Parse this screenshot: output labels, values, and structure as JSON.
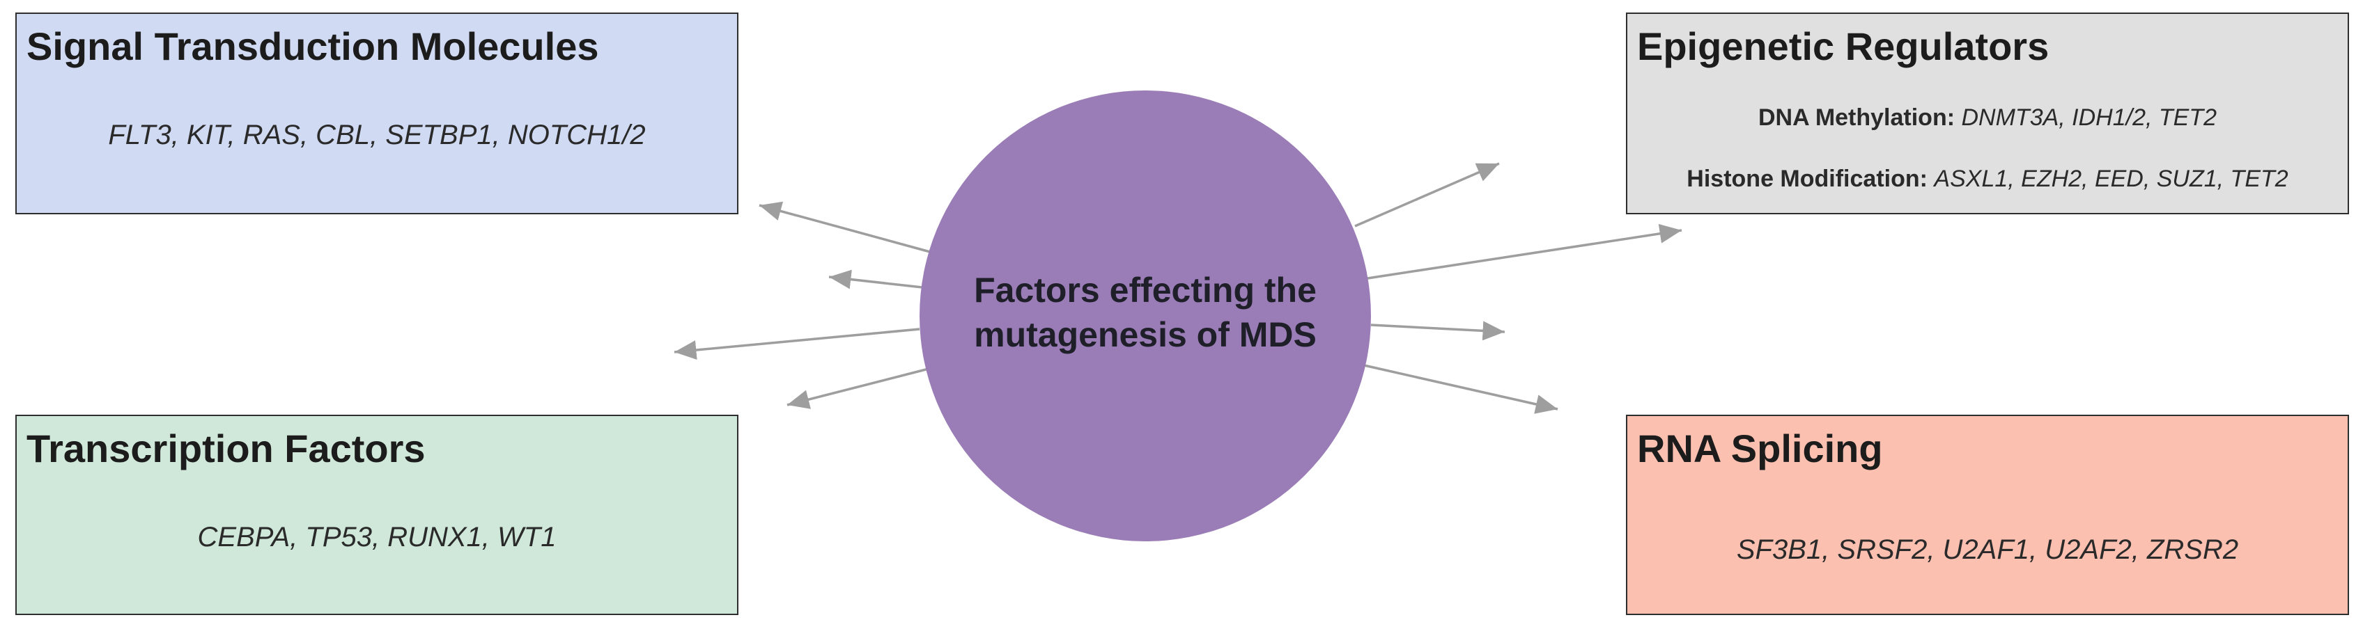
{
  "center": {
    "label": "Factors effecting the\nmutagenesis of MDS",
    "color": "#9a7db6"
  },
  "boxes": {
    "signal": {
      "title": "Signal Transduction Molecules",
      "genes": "FLT3, KIT,  RAS, CBL, SETBP1, NOTCH1/2",
      "color": "#d0daf2"
    },
    "transcription": {
      "title": "Transcription Factors",
      "genes": "CEBPA, TP53, RUNX1, WT1",
      "color": "#cfe8d9"
    },
    "epigenetic": {
      "title": "Epigenetic Regulators",
      "lines": [
        {
          "label": "DNA Methylation:",
          "genes": "DNMT3A,  IDH1/2, TET2"
        },
        {
          "label": "Histone Modification:",
          "genes": "ASXL1,  EZH2,  EED,  SUZ1,  TET2"
        }
      ],
      "color": "#e0e0e0"
    },
    "splicing": {
      "title": "RNA Splicing",
      "genes": "SF3B1, SRSF2, U2AF1, U2AF2, ZRSR2",
      "color": "#fbc0b0"
    }
  },
  "arrow_color": "#9e9e9e"
}
